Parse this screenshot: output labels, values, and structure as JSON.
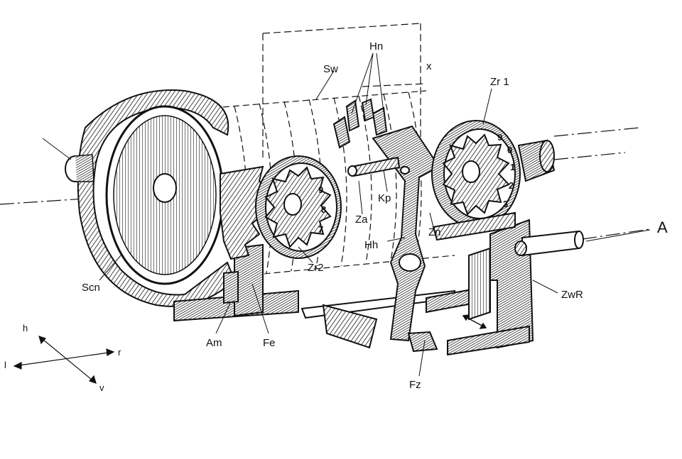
{
  "labels": {
    "hn": "Hn",
    "sw": "Sw",
    "x": "x",
    "zr1": "Zr 1",
    "kp": "Kp",
    "za": "Za",
    "zn": "Zn",
    "hh": "Hh",
    "zr2": "Zr2",
    "scn": "Scn",
    "am": "Am",
    "fe": "Fe",
    "fz": "Fz",
    "zwr": "ZwR",
    "a": "A"
  },
  "axes": {
    "r": "r",
    "h": "h",
    "l": "l",
    "v": "v"
  },
  "wheel_digits": {
    "zr2": [
      "9",
      "8",
      "7"
    ],
    "zr1": [
      "9",
      "0",
      "1",
      "2",
      "3"
    ]
  }
}
